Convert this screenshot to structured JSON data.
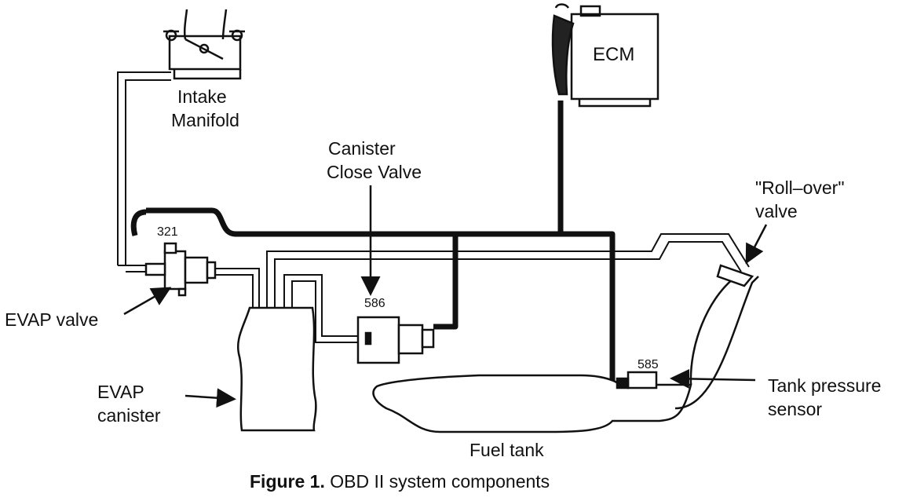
{
  "labels": {
    "intake_line1": "Intake",
    "intake_line2": "Manifold",
    "ecm": "ECM",
    "canister_close_line1": "Canister",
    "canister_close_line2": "Close Valve",
    "rollover_line1": "\"Roll–over\"",
    "rollover_line2": "valve",
    "evap_valve": "EVAP valve",
    "evap_canister_line1": "EVAP",
    "evap_canister_line2": "canister",
    "tank_pressure_line1": "Tank pressure",
    "tank_pressure_line2": "sensor",
    "fuel_tank": "Fuel tank"
  },
  "part_numbers": {
    "evap_valve": "321",
    "canister_close_valve": "586",
    "tank_pressure_sensor": "585"
  },
  "caption": {
    "figure": "Figure 1.",
    "text": "OBD II system components"
  }
}
